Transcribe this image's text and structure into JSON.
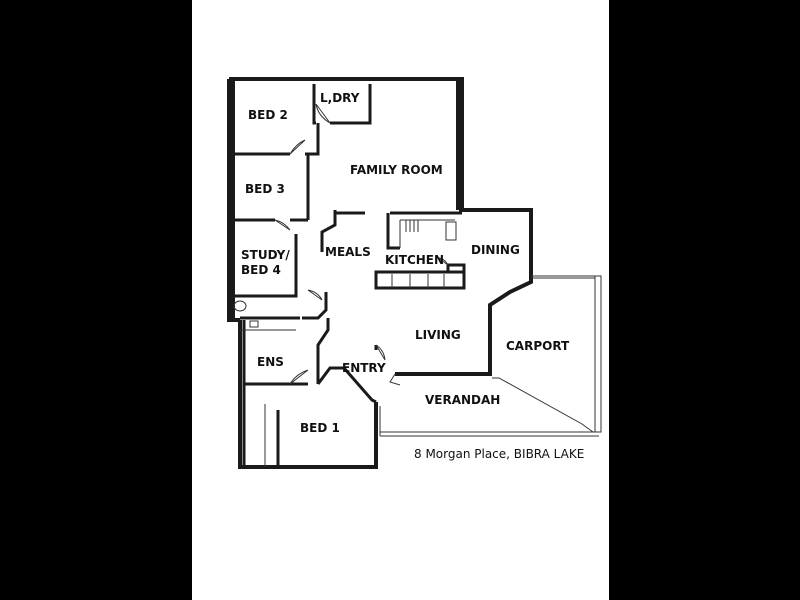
{
  "rooms": {
    "bed2": "BED 2",
    "ldry": "L,DRY",
    "bed3": "BED 3",
    "family_room": "FAMILY ROOM",
    "study_line1": "STUDY/",
    "study_line2": "BED 4",
    "meals": "MEALS",
    "kitchen": "KITCHEN",
    "dining": "DINING",
    "living": "LIVING",
    "carport": "CARPORT",
    "ens": "ENS",
    "entry": "ENTRY",
    "verandah": "VERANDAH",
    "bed1": "BED 1"
  },
  "address": "8 Morgan Place, BIBRA LAKE",
  "colors": {
    "background": "#000000",
    "paper": "#ffffff",
    "ink": "#1a1a1a"
  }
}
